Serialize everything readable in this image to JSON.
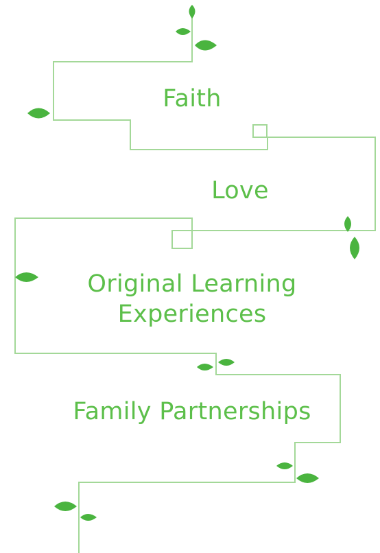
{
  "colors": {
    "vine_line": "#a3d898",
    "leaf": "#4ab43f",
    "text": "#5cbf4a"
  },
  "labels": {
    "faith": "Faith",
    "love": "Love",
    "original_learning_line1": "Original Learning",
    "original_learning_line2": "Experiences",
    "family_partnerships": "Family Partnerships"
  },
  "icons": {
    "leaf": "leaf-icon"
  }
}
